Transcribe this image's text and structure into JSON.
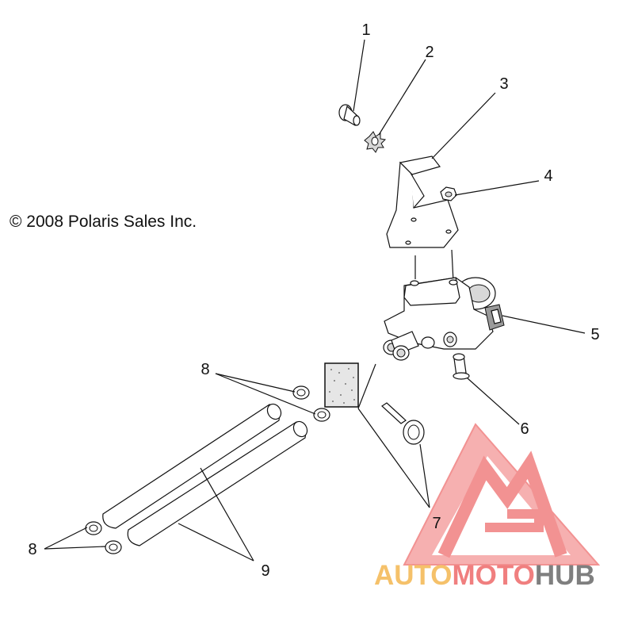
{
  "copyright": "© 2008 Polaris Sales Inc.",
  "callouts": [
    "1",
    "2",
    "3",
    "4",
    "5",
    "6",
    "7",
    "8",
    "8",
    "9"
  ],
  "watermark": {
    "part1": "AUTO",
    "part2": "MOTO",
    "part3": "HUB",
    "colors": {
      "auto": "#f5c16a",
      "moto": "#f07f7f",
      "hub": "#7f7f7f",
      "logo": "#f07f7f"
    }
  }
}
